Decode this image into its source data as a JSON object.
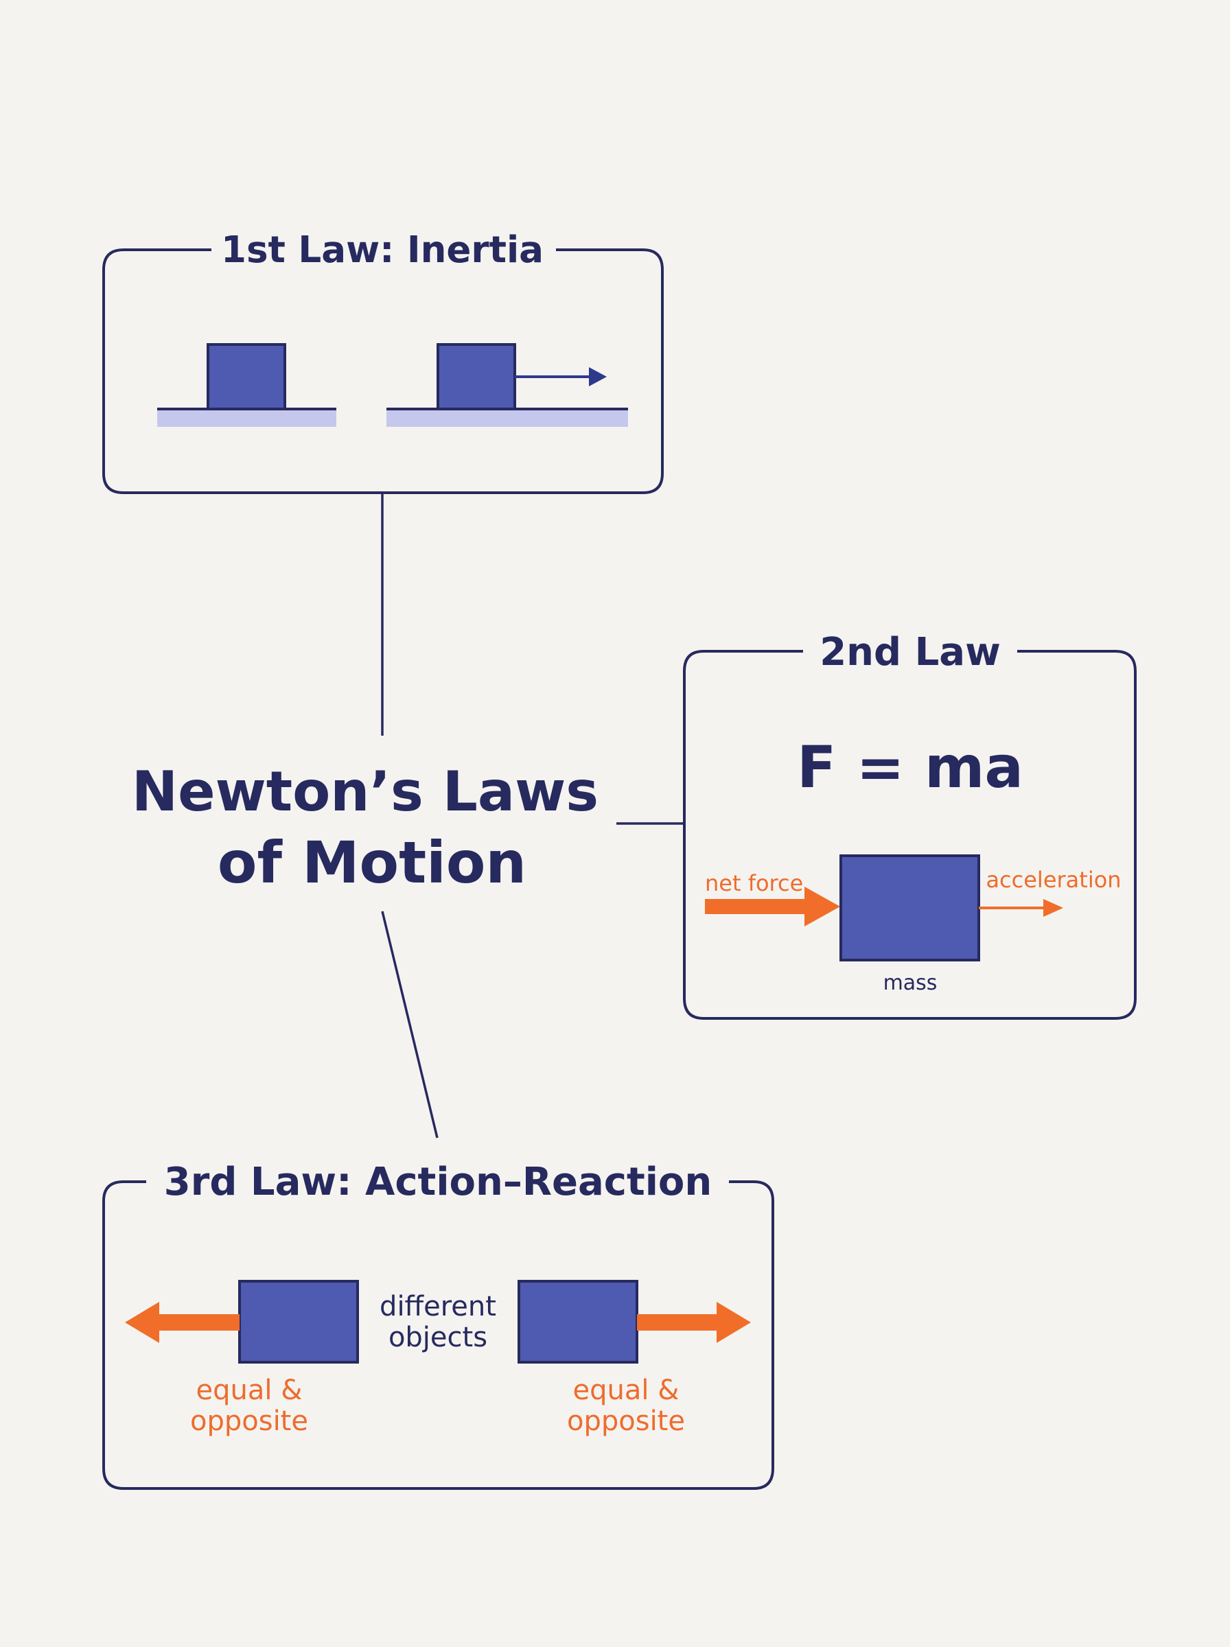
{
  "title": {
    "line1": "Newton’s Laws",
    "line2": "of Motion"
  },
  "law1": {
    "title": "1st Law: Inertia"
  },
  "law2": {
    "title": "2nd Law",
    "formula": "F = ma",
    "force_label": "net force",
    "acceleration_label": "acceleration",
    "mass_label": "mass"
  },
  "law3": {
    "title": "3rd Law: Action–Reaction",
    "center_label_line1": "different",
    "center_label_line2": "objects",
    "left_label_line1": "equal &",
    "left_label_line2": "opposite",
    "right_label_line1": "equal &",
    "right_label_line2": "opposite"
  },
  "colors": {
    "navy": "#262a5e",
    "block_blue": "#4f5bb0",
    "orange": "#f06e2a",
    "ground_shade": "#c5c8ec",
    "background": "#f5f3f0"
  }
}
